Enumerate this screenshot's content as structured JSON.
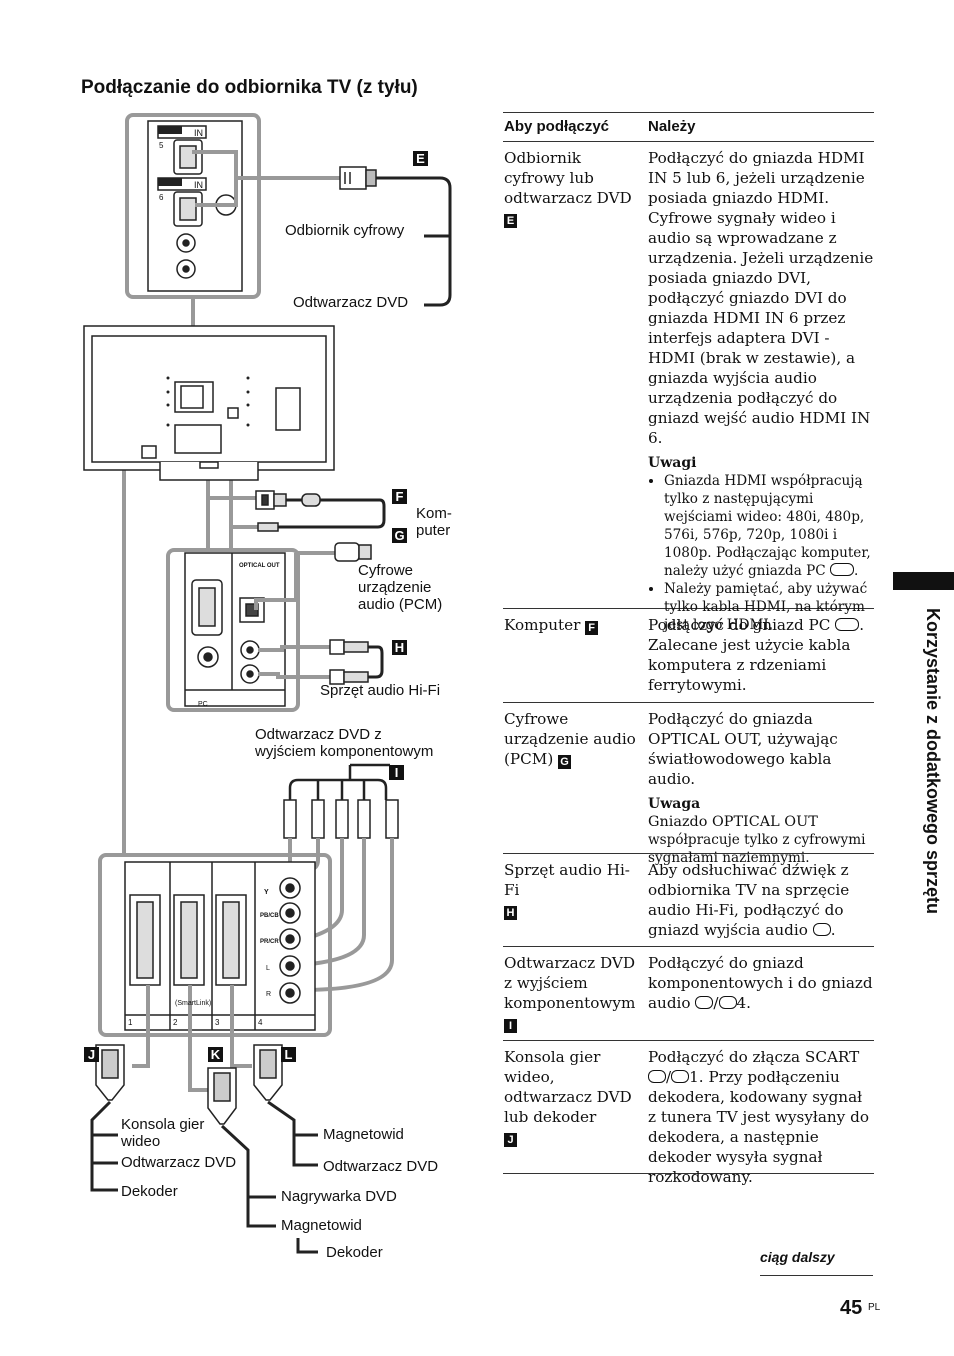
{
  "title": "Podłączanie do odbiornika TV (z tyłu)",
  "diagram": {
    "labels": {
      "e": "E",
      "f": "F",
      "g": "G",
      "h": "H",
      "i": "I",
      "j": "J",
      "k": "K",
      "l": "L",
      "digital_receiver": "Odbiornik cyfrowy",
      "dvd_player_top": "Odtwarzacz DVD",
      "computer_1": "Kom-",
      "computer_2": "puter",
      "digital_audio_1": "Cyfrowe",
      "digital_audio_2": "urządzenie",
      "digital_audio_3": "audio (PCM)",
      "hifi": "Sprzęt audio Hi-Fi",
      "dvd_component_1": "Odtwarzacz DVD z",
      "dvd_component_2": "wyjściem komponentowym",
      "game_console_1": "Konsola gier",
      "game_console_2": "wideo",
      "dvd_player_j": "Odtwarzacz DVD",
      "decoder_j": "Dekoder",
      "vcr_l": "Magnetowid",
      "dvd_player_l": "Odtwarzacz DVD",
      "dvd_recorder_k": "Nagrywarka DVD",
      "vcr_k": "Magnetowid",
      "decoder_k": "Dekoder",
      "hdmi_in": "IN",
      "hdmi_5": "5",
      "hdmi_6": "6",
      "optical_out": "OPTICAL OUT",
      "pc_label": "PC",
      "smartlink": "(SmartLink)",
      "scart_1": "1",
      "scart_2": "2",
      "scart_3": "3",
      "scart_4": "4",
      "y_label": "Y",
      "pb_label": "PB/CB",
      "pr_label": "PR/CR",
      "l_label": "L",
      "r_label": "R"
    }
  },
  "table": {
    "header": {
      "col1": "Aby podłączyć",
      "col2": "Należy"
    },
    "rows": [
      {
        "c1": "Odbiornik cyfrowy lub odtwarzacz DVD",
        "tag": "E",
        "c2": "Podłączyć do gniazda HDMI IN 5 lub 6, jeżeli urządzenie posiada gniazdo HDMI. Cyfrowe sygnały wideo i audio są wprowadzane z urządzenia. Jeżeli urządzenie posiada gniazdo DVI, podłączyć gniazdo DVI do gniazda HDMI IN 6 przez interfejs adaptera DVI - HDMI (brak w zestawie), a gniazda wyjścia audio urządzenia podłączyć do gniazd wejść audio HDMI IN 6.",
        "note_title": "Uwagi",
        "notes": [
          "Gniazda HDMI współpracują tylko z następującymi wejściami wideo: 480i, 480p, 576i, 576p, 720p, 1080i i 1080p. Podłączając komputer, należy użyć gniazda PC",
          "Należy pamiętać, aby używać tylko kabla HDMI, na którym jest logo HDMI."
        ]
      },
      {
        "c1": "Komputer",
        "tag": "F",
        "c2_a": "Podłączyć do gniazd PC",
        "c2_b": ". Zalecane jest użycie kabla komputera z rdzeniami ferrytowymi."
      },
      {
        "c1": "Cyfrowe urządzenie audio (PCM)",
        "tag": "G",
        "c2": "Podłączyć do gniazda OPTICAL OUT, używając światłowodowego kabla audio.",
        "note_title": "Uwaga",
        "note_1": "Gniazdo OPTICAL OUT",
        "note_2": "współpracuje tylko z cyfrowymi sygnałami naziemnymi."
      },
      {
        "c1": "Sprzęt audio Hi-Fi",
        "tag": "H",
        "c2_a": "Aby odsłuchiwać dźwięk z odbiornika TV na sprzęcie audio Hi-Fi, podłączyć do gniazd wyjścia audio",
        "c2_b": "."
      },
      {
        "c1": "Odtwarzacz DVD z wyjściem komponentowym",
        "tag": "I",
        "c2_a": "Podłączyć do gniazd komponentowych i do gniazd audio",
        "c2_b": "4."
      },
      {
        "c1": "Konsola gier wideo, odtwarzacz DVD lub dekoder",
        "tag": "J",
        "c2_a": "Podłączyć do złącza SCART",
        "c2_b": "1. Przy podłączeniu dekodera, kodowany sygnał z tunera TV jest wysyłany do dekodera, a następnie dekoder wysyła sygnał rozkodowany."
      }
    ]
  },
  "side_tab": "Korzystanie z dodatkowego sprzętu",
  "continued": "ciąg dalszy",
  "page_number": "45",
  "page_lang": "PL"
}
